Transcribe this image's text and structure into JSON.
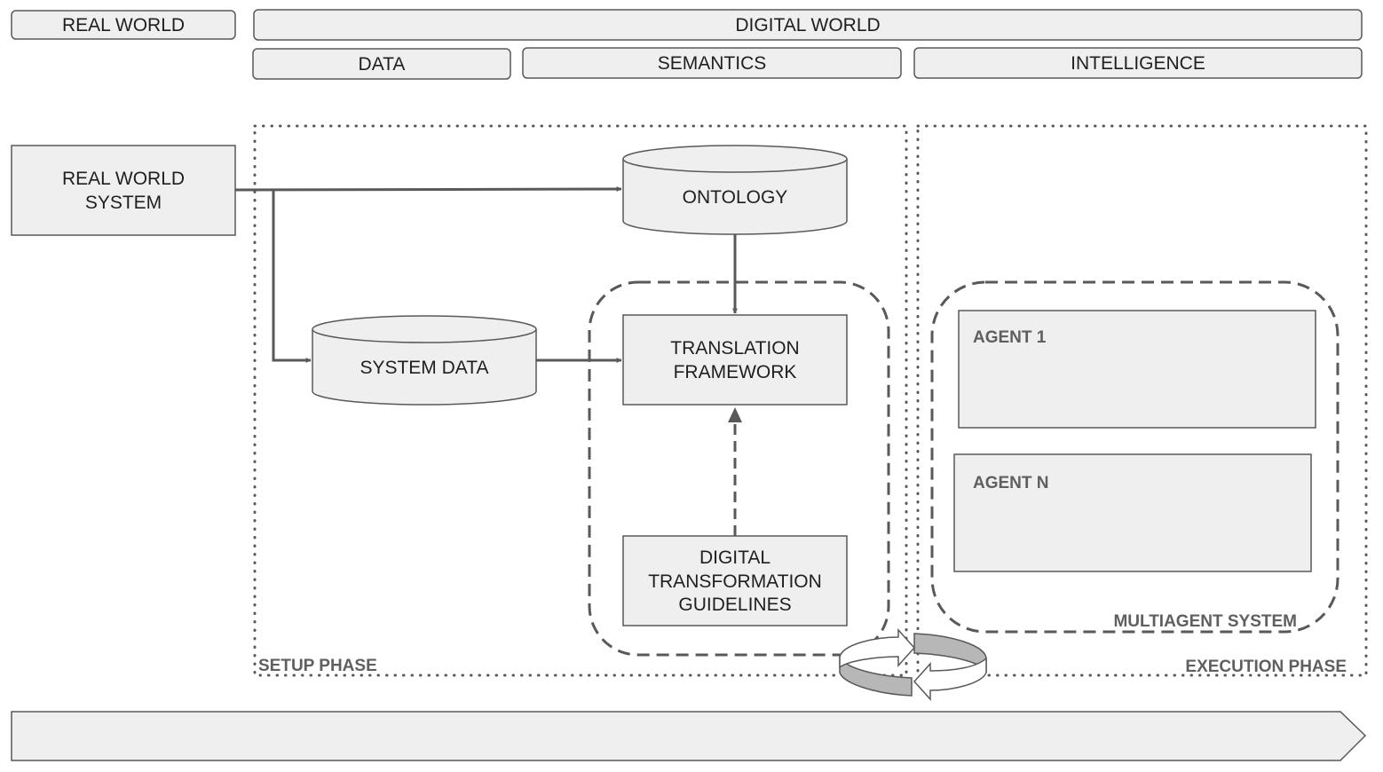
{
  "headers": {
    "real_world": "REAL WORLD",
    "digital_world": "DIGITAL WORLD",
    "data": "DATA",
    "semantics": "SEMANTICS",
    "intelligence": "INTELLIGENCE"
  },
  "nodes": {
    "real_world_system": [
      "REAL WORLD",
      "SYSTEM"
    ],
    "ontology": "ONTOLOGY",
    "system_data": "SYSTEM DATA",
    "translation_framework": [
      "TRANSLATION",
      "FRAMEWORK"
    ],
    "guidelines": [
      "DIGITAL",
      "TRANSFORMATION",
      "GUIDELINES"
    ],
    "agent_1": "AGENT 1",
    "agent_n": "AGENT N"
  },
  "regions": {
    "setup_phase": "SETUP PHASE",
    "execution_phase": "EXECUTION PHASE",
    "multiagent_system": "MULTIAGENT SYSTEM"
  },
  "colors": {
    "fill": "#efefef",
    "stroke": "#595959",
    "text": "#1f1f1f",
    "muted_text": "#5f5f5f",
    "cycle_fill": "#b7b7b7"
  }
}
